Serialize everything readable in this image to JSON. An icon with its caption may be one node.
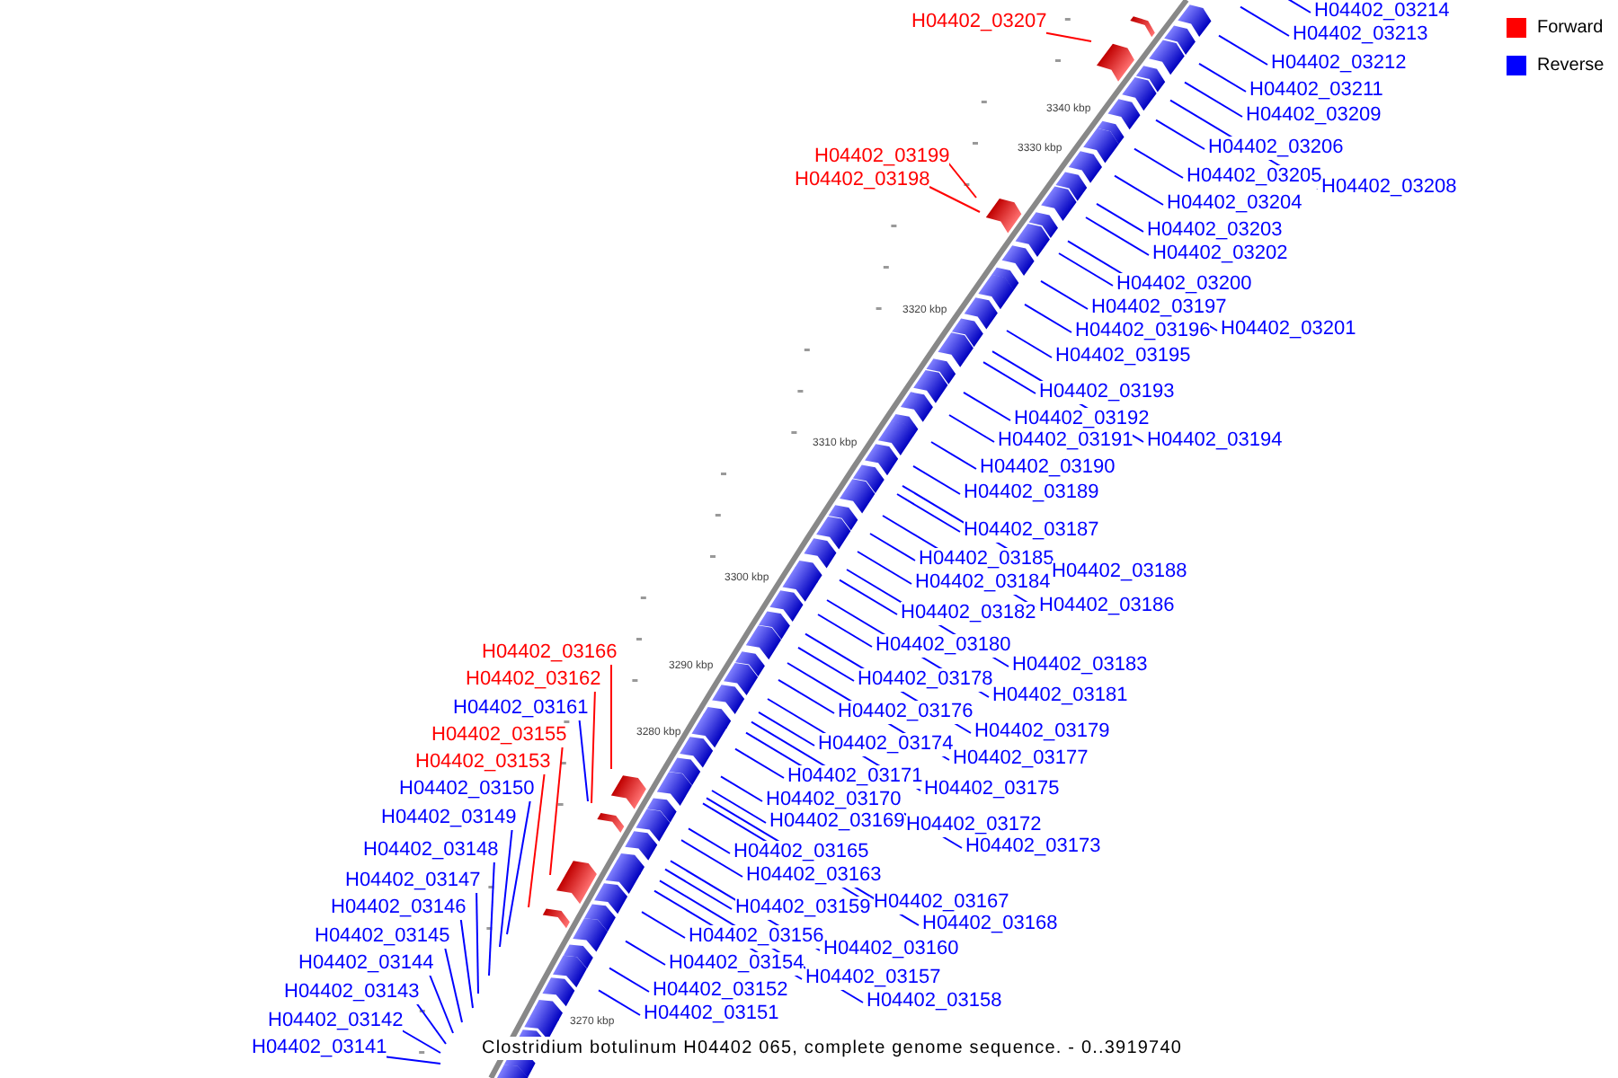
{
  "diagram": {
    "caption": "Clostridium botulinum H04402 065, complete genome sequence. - 0..3919740",
    "nodes": [
      {
        "text": [
          "H04402_03214"
        ]
      },
      {
        "text": [
          "H04402_03207"
        ]
      },
      {
        "text": [
          "H04402_03213"
        ]
      },
      {
        "text": [
          "H04402_03212"
        ]
      },
      {
        "text": [
          "H04402_03211"
        ]
      },
      {
        "text": [
          "H04402_03209"
        ]
      },
      {
        "text": [
          "H04402_03206"
        ]
      },
      {
        "text": [
          "H04402_03199"
        ]
      },
      {
        "text": [
          "H04402_03205"
        ]
      },
      {
        "text": [
          "H04402_03198"
        ]
      },
      {
        "text": [
          "H04402_03208"
        ]
      },
      {
        "text": [
          "H04402_03204"
        ]
      },
      {
        "text": [
          "H04402_03203"
        ]
      },
      {
        "text": [
          "H04402_03202"
        ]
      },
      {
        "text": [
          "H04402_03200"
        ]
      },
      {
        "text": [
          "H04402_03197"
        ]
      },
      {
        "text": [
          "H04402_03201"
        ]
      },
      {
        "text": [
          "H04402_03196"
        ]
      },
      {
        "text": [
          "H04402_03195"
        ]
      },
      {
        "text": [
          "H04402_03193"
        ]
      },
      {
        "text": [
          "H04402_03192"
        ]
      },
      {
        "text": [
          "H04402_03191"
        ]
      },
      {
        "text": [
          "H04402_03194"
        ]
      },
      {
        "text": [
          "H04402_03190"
        ]
      },
      {
        "text": [
          "H04402_03189"
        ]
      },
      {
        "text": [
          "H04402_03187"
        ]
      },
      {
        "text": [
          "H04402_03185"
        ]
      },
      {
        "text": [
          "H04402_03188"
        ]
      },
      {
        "text": [
          "H04402_03184"
        ]
      },
      {
        "text": [
          "H04402_03186"
        ]
      },
      {
        "text": [
          "H04402_03182"
        ]
      },
      {
        "text": [
          "H04402_03180"
        ]
      },
      {
        "text": [
          "H04402_03166"
        ]
      },
      {
        "text": [
          "H04402_03183"
        ]
      },
      {
        "text": [
          "H04402_03178"
        ]
      },
      {
        "text": [
          "H04402_03162"
        ]
      },
      {
        "text": [
          "H04402_03181"
        ]
      },
      {
        "text": [
          "H04402_03161"
        ]
      },
      {
        "text": [
          "H04402_03176"
        ]
      },
      {
        "text": [
          "H04402_03179"
        ]
      },
      {
        "text": [
          "H04402_03155"
        ]
      },
      {
        "text": [
          "H04402_03174"
        ]
      },
      {
        "text": [
          "H04402_03177"
        ]
      },
      {
        "text": [
          "H04402_03153"
        ]
      },
      {
        "text": [
          "H04402_03171"
        ]
      },
      {
        "text": [
          "H04402_03150"
        ]
      },
      {
        "text": [
          "H04402_03175"
        ]
      },
      {
        "text": [
          "H04402_03170"
        ]
      },
      {
        "text": [
          "H04402_03149"
        ]
      },
      {
        "text": [
          "H04402_03169"
        ]
      },
      {
        "text": [
          "H04402_03172"
        ]
      },
      {
        "text": [
          "H04402_03173"
        ]
      },
      {
        "text": [
          "H04402_03148"
        ]
      },
      {
        "text": [
          "H04402_03165"
        ]
      },
      {
        "text": [
          "H04402_03163"
        ]
      },
      {
        "text": [
          "H04402_03147"
        ]
      },
      {
        "text": [
          "H04402_03167"
        ]
      },
      {
        "text": [
          "H04402_03159"
        ]
      },
      {
        "text": [
          "H04402_03146"
        ]
      },
      {
        "text": [
          "H04402_03168"
        ]
      },
      {
        "text": [
          "H04402_03156"
        ]
      },
      {
        "text": [
          "H04402_03145"
        ]
      },
      {
        "text": [
          "H04402_03160"
        ]
      },
      {
        "text": [
          "H04402_03154"
        ]
      },
      {
        "text": [
          "H04402_03144"
        ]
      },
      {
        "text": [
          "H04402_03157"
        ]
      },
      {
        "text": [
          "H04402_03152"
        ]
      },
      {
        "text": [
          "H04402_03143"
        ]
      },
      {
        "text": [
          "H04402_03158"
        ]
      },
      {
        "text": [
          "H04402_03151"
        ]
      },
      {
        "text": [
          "H04402_03142"
        ]
      },
      {
        "text": [
          "H04402_03141"
        ]
      }
    ],
    "edges": [
      {
        "from": 0,
        "to": null,
        "arrow": "none"
      },
      {
        "from": 1,
        "to": null,
        "arrow": "none",
        "color": "#ff0000"
      },
      {
        "from": 2,
        "to": null,
        "arrow": "none"
      },
      {
        "from": 3,
        "to": null,
        "arrow": "none"
      },
      {
        "from": 4,
        "to": null,
        "arrow": "none"
      },
      {
        "from": 5,
        "to": null,
        "arrow": "none"
      },
      {
        "from": 6,
        "to": null,
        "arrow": "none"
      },
      {
        "from": 7,
        "to": null,
        "arrow": "none",
        "color": "#ff0000"
      },
      {
        "from": 8,
        "to": null,
        "arrow": "none"
      },
      {
        "from": 9,
        "to": null,
        "arrow": "none",
        "color": "#ff0000"
      },
      {
        "from": 10,
        "to": null,
        "arrow": "none"
      },
      {
        "from": 11,
        "to": null,
        "arrow": "none"
      },
      {
        "from": 12,
        "to": null,
        "arrow": "none"
      },
      {
        "from": 13,
        "to": null,
        "arrow": "none"
      },
      {
        "from": 14,
        "to": null,
        "arrow": "none"
      },
      {
        "from": 15,
        "to": null,
        "arrow": "none"
      },
      {
        "from": 16,
        "to": null,
        "arrow": "none"
      },
      {
        "from": 17,
        "to": null,
        "arrow": "none"
      },
      {
        "from": 18,
        "to": null,
        "arrow": "none"
      },
      {
        "from": 19,
        "to": null,
        "arrow": "none"
      },
      {
        "from": 20,
        "to": null,
        "arrow": "none"
      },
      {
        "from": 21,
        "to": null,
        "arrow": "none"
      },
      {
        "from": 22,
        "to": null,
        "arrow": "none"
      },
      {
        "from": 23,
        "to": null,
        "arrow": "none"
      },
      {
        "from": 24,
        "to": null,
        "arrow": "none"
      },
      {
        "from": 25,
        "to": null,
        "arrow": "none"
      },
      {
        "from": 26,
        "to": null,
        "arrow": "none"
      },
      {
        "from": 27,
        "to": null,
        "arrow": "none"
      },
      {
        "from": 28,
        "to": null,
        "arrow": "none"
      },
      {
        "from": 29,
        "to": null,
        "arrow": "none"
      },
      {
        "from": 30,
        "to": null,
        "arrow": "none"
      },
      {
        "from": 31,
        "to": null,
        "arrow": "none"
      },
      {
        "from": 32,
        "to": null,
        "arrow": "none",
        "color": "#ff0000"
      },
      {
        "from": 33,
        "to": null,
        "arrow": "none"
      },
      {
        "from": 34,
        "to": null,
        "arrow": "none"
      },
      {
        "from": 35,
        "to": null,
        "arrow": "none",
        "color": "#ff0000"
      },
      {
        "from": 36,
        "to": null,
        "arrow": "none"
      },
      {
        "from": 37,
        "to": null,
        "arrow": "none"
      },
      {
        "from": 38,
        "to": null,
        "arrow": "none"
      },
      {
        "from": 39,
        "to": null,
        "arrow": "none"
      },
      {
        "from": 40,
        "to": null,
        "arrow": "none",
        "color": "#ff0000"
      },
      {
        "from": 41,
        "to": null,
        "arrow": "none"
      },
      {
        "from": 42,
        "to": null,
        "arrow": "none"
      },
      {
        "from": 43,
        "to": null,
        "arrow": "none",
        "color": "#ff0000"
      },
      {
        "from": 44,
        "to": null,
        "arrow": "none"
      },
      {
        "from": 45,
        "to": null,
        "arrow": "none"
      },
      {
        "from": 46,
        "to": null,
        "arrow": "none"
      },
      {
        "from": 47,
        "to": null,
        "arrow": "none"
      },
      {
        "from": 48,
        "to": null,
        "arrow": "none"
      },
      {
        "from": 49,
        "to": null,
        "arrow": "none"
      },
      {
        "from": 50,
        "to": null,
        "arrow": "none"
      },
      {
        "from": 51,
        "to": null,
        "arrow": "none"
      },
      {
        "from": 52,
        "to": null,
        "arrow": "none"
      },
      {
        "from": 53,
        "to": null,
        "arrow": "none"
      },
      {
        "from": 54,
        "to": null,
        "arrow": "none"
      },
      {
        "from": 55,
        "to": null,
        "arrow": "none"
      },
      {
        "from": 56,
        "to": null,
        "arrow": "none"
      },
      {
        "from": 57,
        "to": null,
        "arrow": "none"
      },
      {
        "from": 58,
        "to": null,
        "arrow": "none"
      },
      {
        "from": 59,
        "to": null,
        "arrow": "none"
      },
      {
        "from": 60,
        "to": null,
        "arrow": "none"
      },
      {
        "from": 61,
        "to": null,
        "arrow": "none"
      },
      {
        "from": 62,
        "to": null,
        "arrow": "none"
      },
      {
        "from": 63,
        "to": null,
        "arrow": "none"
      },
      {
        "from": 64,
        "to": null,
        "arrow": "none"
      },
      {
        "from": 65,
        "to": null,
        "arrow": "none"
      },
      {
        "from": 66,
        "to": null,
        "arrow": "none"
      },
      {
        "from": 67,
        "to": null,
        "arrow": "none"
      },
      {
        "from": 68,
        "to": null,
        "arrow": "none"
      },
      {
        "from": 69,
        "to": null,
        "arrow": "none"
      },
      {
        "from": 70,
        "to": null,
        "arrow": "none"
      },
      {
        "from": 71,
        "to": null,
        "arrow": "none"
      }
    ],
    "labels": [
      "3340 kbp",
      "3330 kbp",
      "3320 kbp",
      "3310 kbp",
      "3300 kbp",
      "3290 kbp",
      "3280 kbp",
      "3270 kbp"
    ],
    "legend": [
      {
        "text": "Forward",
        "color": "#ff0000"
      },
      {
        "text": "Reverse",
        "color": "#0000ff"
      }
    ]
  }
}
